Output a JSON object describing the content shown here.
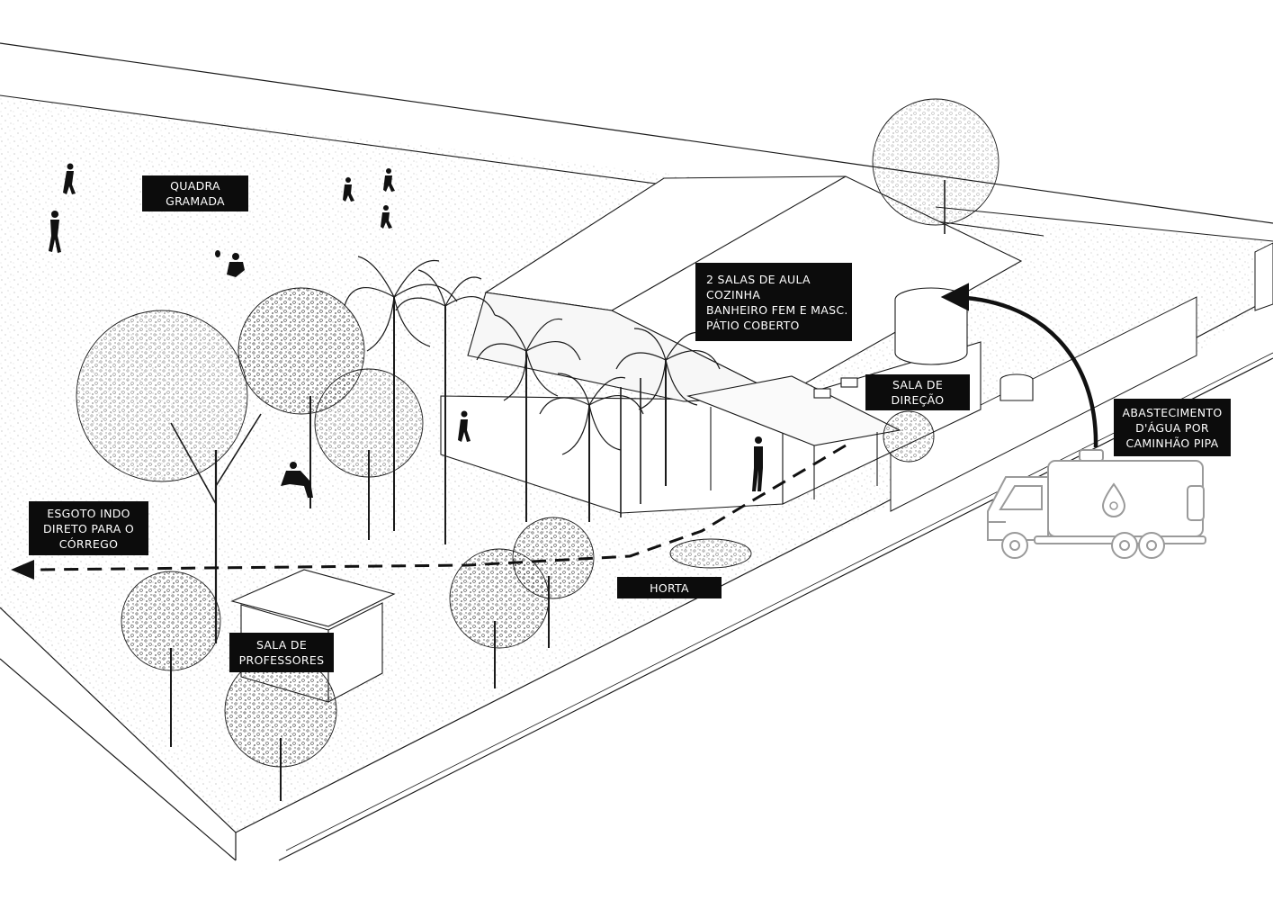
{
  "labels": {
    "quadra": [
      "QUADRA",
      "GRAMADA"
    ],
    "main_building": [
      "2 SALAS DE AULA",
      "COZINHA",
      "BANHEIRO FEM E MASC.",
      "PÁTIO COBERTO"
    ],
    "direcao": [
      "SALA DE",
      "DIREÇÃO"
    ],
    "agua": [
      "ABASTECIMENTO",
      "D'ÁGUA POR",
      "CAMINHÃO PIPA"
    ],
    "esgoto": [
      "ESGOTO INDO",
      "DIRETO PARA O",
      "CÓRREGO"
    ],
    "horta": [
      "HORTA"
    ],
    "professores": [
      "SALA DE",
      "PROFESSORES"
    ]
  },
  "icons": {
    "truck": "water-truck-icon",
    "drop": "water-drop-icon",
    "arrow": "curved-arrow-icon"
  },
  "colors": {
    "label_bg": "#0c0c0c",
    "label_text": "#ffffff",
    "line": "#1a1a1a",
    "truck_line": "#9a9a9a"
  }
}
